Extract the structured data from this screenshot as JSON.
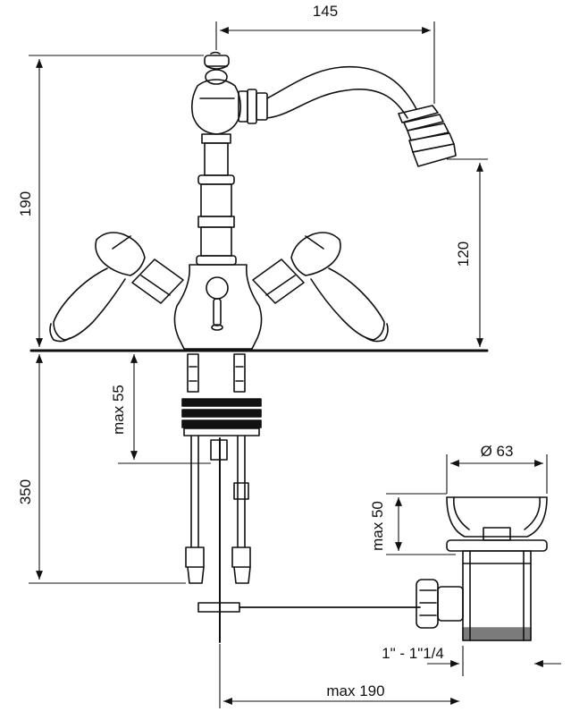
{
  "dimensions": {
    "spout_reach": "145",
    "total_height": "190",
    "spout_height": "120",
    "max_deck_thickness": "max 55",
    "below_deck_length": "350",
    "drain_diameter": "Ø 63",
    "drain_max_thickness": "max 50",
    "drain_thread": "1\" - 1\"1/4",
    "rod_max_length": "max 190"
  },
  "colors": {
    "line": "#111111",
    "background": "#ffffff"
  }
}
